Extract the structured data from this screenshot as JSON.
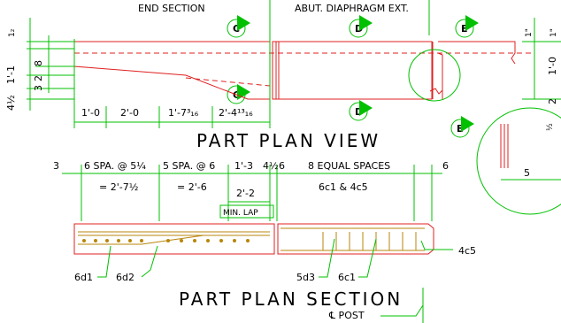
{
  "headers": {
    "end_section": "END SECTION",
    "abut_diaphragm": "ABUT. DIAPHRAGM EXT."
  },
  "callouts": {
    "c_top": "C",
    "c_bottom": "C",
    "d_top": "D",
    "d_bottom": "D",
    "e_top": "E",
    "e_mid": "E"
  },
  "plan_view": {
    "title": "PART PLAN VIEW",
    "left_dims": {
      "top": "1₂",
      "one_one": "1'-1",
      "eight": "8",
      "two": "2",
      "three": "3",
      "four_half": "4½"
    },
    "bottom_dims": [
      "1'-0",
      "2'-0",
      "1'-7³₁₆",
      "2'-4¹³₁₆"
    ],
    "right_dims": {
      "one_top": "1\"",
      "one_right": "1\"",
      "one_zero": "1'-0",
      "two": "2",
      "half": "½",
      "five": "5"
    }
  },
  "plan_section": {
    "title": "PART PLAN SECTION",
    "dims_top": [
      "3",
      "6 SPA. @ 5¼",
      "5 SPA. @ 6",
      "1'-3",
      "4½",
      "6",
      "8 EQUAL SPACES",
      "6"
    ],
    "dims_second": [
      "= 2'-7½",
      "= 2'-6",
      "2'-2",
      "6c1 & 4c5"
    ],
    "min_lap": "MIN. LAP",
    "bar_labels": {
      "six_d1": "6d1",
      "six_d2": "6d2",
      "five_d3": "5d3",
      "six_c1": "6c1",
      "four_c5": "4c5"
    },
    "post": "℄ POST"
  },
  "colors": {
    "dimension": "#00c000",
    "outline": "#e02020",
    "rebar": "#b8860b"
  }
}
